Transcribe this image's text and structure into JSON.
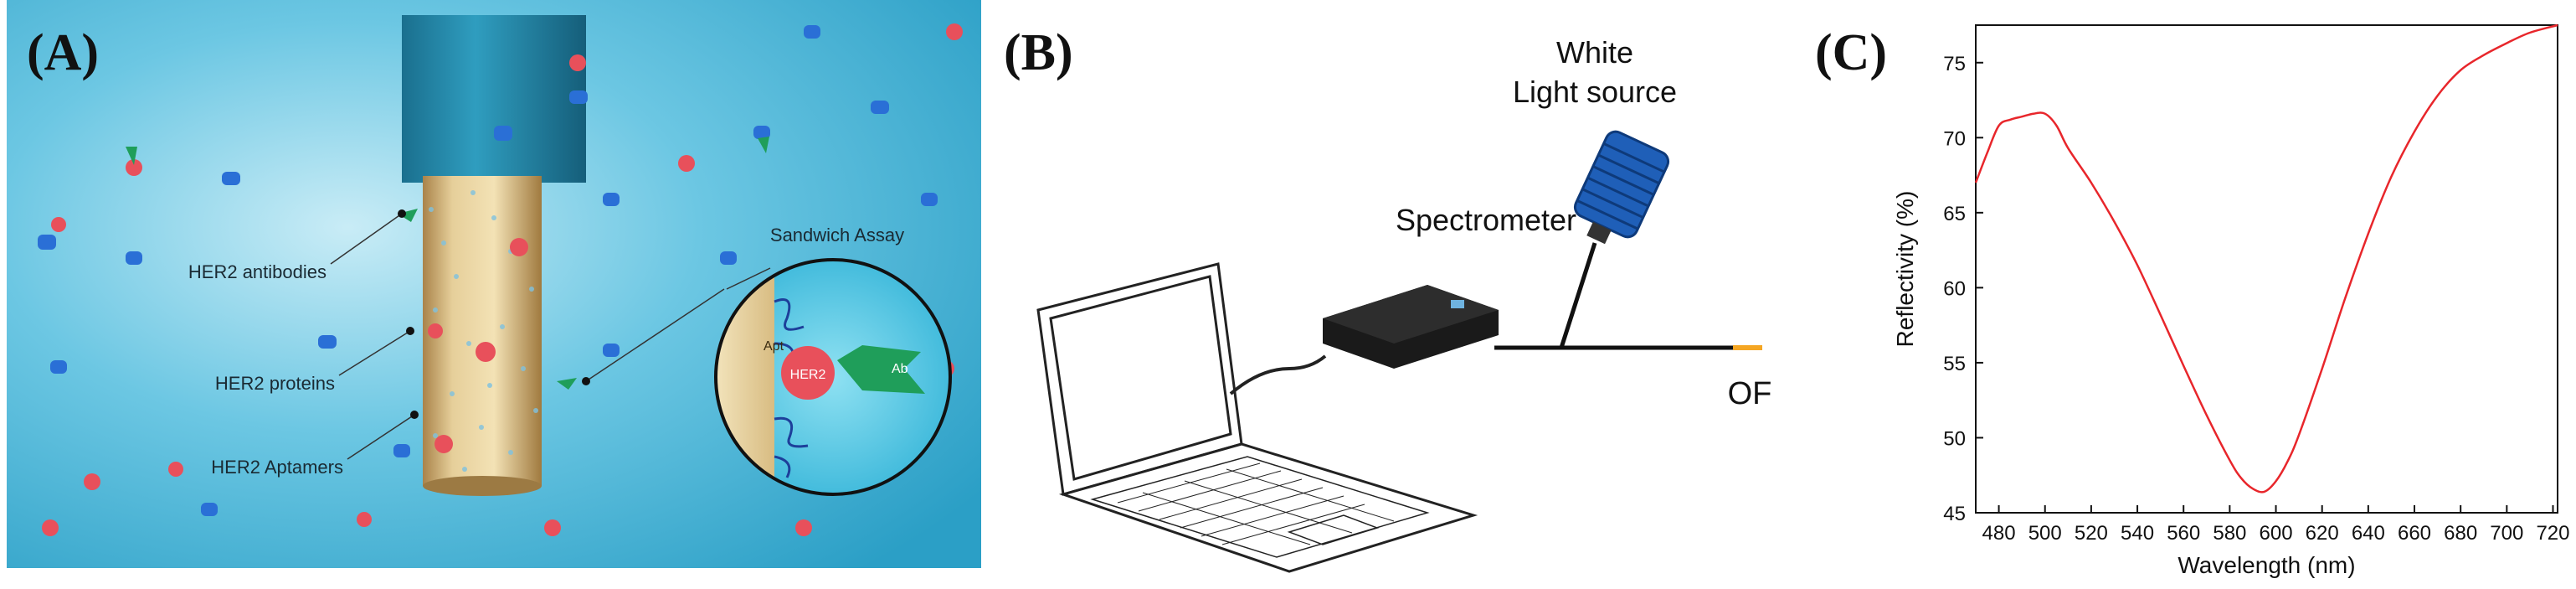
{
  "panelA": {
    "label": "(A)",
    "callouts": {
      "antibodies": "HER2 antibodies",
      "proteins": "HER2 proteins",
      "aptamers": "HER2 Aptamers",
      "sandwich": "Sandwich Assay",
      "apt": "Apt",
      "her2": "HER2",
      "ab": "Ab"
    },
    "colors": {
      "background": "#2fa6cc",
      "protein": "#e8505b",
      "antibody": "#1f9e5a",
      "blue_molecule": "#2a6fd6"
    }
  },
  "panelB": {
    "label": "(B)",
    "light_source": [
      "White",
      "Light source"
    ],
    "spectrometer": "Spectrometer",
    "fiber": "OF",
    "colors": {
      "fiber_tip": "#f5a623",
      "light_source": "#1f5fb8"
    }
  },
  "panelC": {
    "label": "(C)"
  },
  "chart_data": {
    "type": "line",
    "title": "",
    "xlabel": "Wavelength (nm)",
    "ylabel": "Reflectivity (%)",
    "xlim": [
      470,
      722
    ],
    "ylim": [
      45,
      77.5
    ],
    "xticks": [
      480,
      500,
      520,
      540,
      560,
      580,
      600,
      620,
      640,
      660,
      680,
      700,
      720
    ],
    "yticks": [
      45,
      50,
      55,
      60,
      65,
      70,
      75
    ],
    "color": "#e8262b",
    "grid": false,
    "x": [
      470,
      475,
      480,
      485,
      490,
      495,
      500,
      505,
      510,
      520,
      530,
      540,
      550,
      560,
      570,
      580,
      585,
      590,
      595,
      600,
      605,
      610,
      620,
      630,
      640,
      650,
      660,
      670,
      680,
      690,
      700,
      710,
      722
    ],
    "y": [
      67.0,
      69.0,
      70.8,
      71.2,
      71.4,
      71.6,
      71.6,
      70.8,
      69.3,
      67.0,
      64.4,
      61.5,
      58.2,
      54.8,
      51.5,
      48.5,
      47.3,
      46.6,
      46.4,
      47.1,
      48.4,
      50.2,
      54.6,
      59.3,
      63.6,
      67.4,
      70.4,
      72.8,
      74.5,
      75.5,
      76.3,
      77.0,
      77.5
    ]
  }
}
